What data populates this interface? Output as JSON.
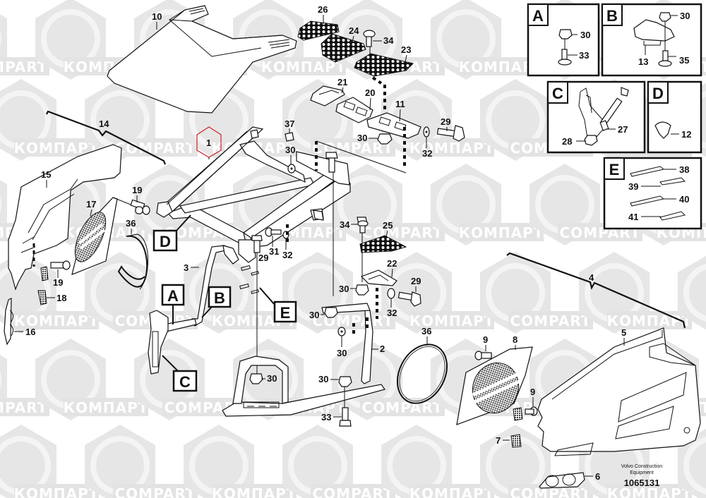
{
  "diagram": {
    "title": "Engine hood / frame exploded parts diagram",
    "publisher_line1": "Volvo Construction",
    "publisher_line2": "Equipment",
    "document_number": "1065131",
    "watermark_texts": [
      "COMPART",
      "КОМПАРТ"
    ],
    "colors": {
      "line": "#111111",
      "highlight": "#d0222a",
      "watermark": "#d9d9d9"
    },
    "highlighted_callout": "1",
    "callouts": [
      {
        "id": "c10",
        "label": "10",
        "part": "engine hood top"
      },
      {
        "id": "c26",
        "label": "26",
        "part": "anti-slip plate"
      },
      {
        "id": "c24",
        "label": "24",
        "part": "anti-slip plate"
      },
      {
        "id": "c34a",
        "label": "34",
        "part": "screw"
      },
      {
        "id": "c23",
        "label": "23",
        "part": "anti-slip plate"
      },
      {
        "id": "c21",
        "label": "21",
        "part": "bracket"
      },
      {
        "id": "c20",
        "label": "20",
        "part": "bracket"
      },
      {
        "id": "c11",
        "label": "11",
        "part": "bracket"
      },
      {
        "id": "c29a",
        "label": "29",
        "part": "bolt"
      },
      {
        "id": "c30a",
        "label": "30",
        "part": "nut"
      },
      {
        "id": "c32a",
        "label": "32",
        "part": "washer"
      },
      {
        "id": "c14",
        "label": "14",
        "part": "left side panel assembly"
      },
      {
        "id": "c1",
        "label": "1",
        "part": "frame"
      },
      {
        "id": "c37",
        "label": "37",
        "part": "rubber buffer"
      },
      {
        "id": "c30b",
        "label": "30",
        "part": "nut"
      },
      {
        "id": "c15",
        "label": "15",
        "part": "side panel"
      },
      {
        "id": "c19a",
        "label": "19",
        "part": "screw"
      },
      {
        "id": "c17",
        "label": "17",
        "part": "grille"
      },
      {
        "id": "c36a",
        "label": "36",
        "part": "seal ring"
      },
      {
        "id": "c34b",
        "label": "34",
        "part": "screw"
      },
      {
        "id": "c25",
        "label": "25",
        "part": "anti-slip plate"
      },
      {
        "id": "c31",
        "label": "31",
        "part": "bolt"
      },
      {
        "id": "c32b",
        "label": "32",
        "part": "washer"
      },
      {
        "id": "c29b",
        "label": "29",
        "part": "bolt"
      },
      {
        "id": "c3",
        "label": "3",
        "part": "support arm"
      },
      {
        "id": "c19b",
        "label": "19",
        "part": "screw"
      },
      {
        "id": "c18",
        "label": "18",
        "part": "reflector"
      },
      {
        "id": "c16",
        "label": "16",
        "part": "lamp cover"
      },
      {
        "id": "c22",
        "label": "22",
        "part": "bracket"
      },
      {
        "id": "c30c",
        "label": "30",
        "part": "nut"
      },
      {
        "id": "c29c",
        "label": "29",
        "part": "bolt"
      },
      {
        "id": "c32c",
        "label": "32",
        "part": "washer"
      },
      {
        "id": "c30d",
        "label": "30",
        "part": "nut"
      },
      {
        "id": "c30e",
        "label": "30",
        "part": "nut"
      },
      {
        "id": "c2",
        "label": "2",
        "part": "support arm"
      },
      {
        "id": "c30f",
        "label": "30",
        "part": "nut"
      },
      {
        "id": "c30g",
        "label": "30",
        "part": "nut"
      },
      {
        "id": "c33",
        "label": "33",
        "part": "bolt"
      },
      {
        "id": "c36b",
        "label": "36",
        "part": "seal ring"
      },
      {
        "id": "c9a",
        "label": "9",
        "part": "screw"
      },
      {
        "id": "c8",
        "label": "8",
        "part": "grille"
      },
      {
        "id": "c9b",
        "label": "9",
        "part": "screw"
      },
      {
        "id": "c7",
        "label": "7",
        "part": "reflector"
      },
      {
        "id": "c4",
        "label": "4",
        "part": "right side panel assembly"
      },
      {
        "id": "c5",
        "label": "5",
        "part": "side panel"
      },
      {
        "id": "c6",
        "label": "6",
        "part": "lamp cover"
      }
    ],
    "view_markers": [
      {
        "id": "mA",
        "letter": "A"
      },
      {
        "id": "mB",
        "letter": "B"
      },
      {
        "id": "mC",
        "letter": "C"
      },
      {
        "id": "mD",
        "letter": "D"
      },
      {
        "id": "mE",
        "letter": "E"
      }
    ],
    "detail_boxes": [
      {
        "letter": "A",
        "callouts": [
          "30",
          "33"
        ]
      },
      {
        "letter": "B",
        "callouts": [
          "30",
          "13",
          "35"
        ]
      },
      {
        "letter": "C",
        "callouts": [
          "27",
          "28"
        ]
      },
      {
        "letter": "D",
        "callouts": [
          "12"
        ]
      },
      {
        "letter": "E",
        "callouts": [
          "38",
          "39",
          "40",
          "41"
        ]
      }
    ]
  }
}
